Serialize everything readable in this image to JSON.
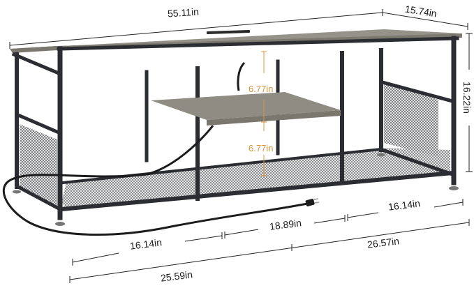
{
  "product": {
    "name": "TV stand with shelf and mesh storage",
    "colors": {
      "tabletop": "#8d8a80",
      "tabletop_dark": "#6f6c64",
      "frame": "#2b2d33",
      "mesh": "#3a3c42",
      "cable": "#1c1c1c",
      "dimension_line": "#222222",
      "inner_dimension": "#d9953a"
    }
  },
  "dimensions": {
    "overall_width": "55.11in",
    "depth": "15.74in",
    "height": "16.22in",
    "upper_clearance": "6.77in",
    "lower_clearance": "6.77in",
    "left_section_width": "16.14in",
    "middle_section_width": "18.89in",
    "right_section_width": "16.14in",
    "left_span": "25.59in",
    "right_span": "26.57in"
  }
}
